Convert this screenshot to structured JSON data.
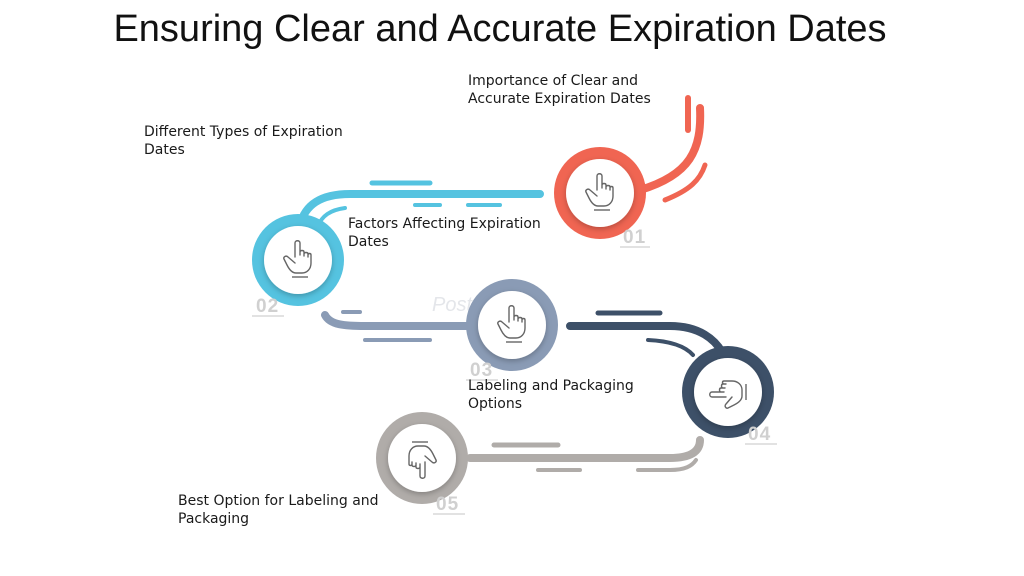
{
  "title": "Ensuring Clear and Accurate Expiration Dates",
  "watermark": "PosterDigital",
  "colors": {
    "step1": "#f06552",
    "step2": "#55c3e0",
    "step3": "#8a9bb5",
    "step4": "#3d5068",
    "step5": "#b0aca9",
    "text": "#1a1a1a"
  },
  "steps": [
    {
      "number": "01",
      "label_line1": "Importance of Clear and",
      "label_line2": "Accurate Expiration Dates",
      "icon": "pointing-up-hand-icon"
    },
    {
      "number": "02",
      "label_line1": "Different Types of Expiration",
      "label_line2": "Dates",
      "icon": "pointing-up-hand-icon"
    },
    {
      "number": "03",
      "label_line1": "Factors Affecting Expiration",
      "label_line2": "Dates",
      "icon": "pointing-up-hand-icon"
    },
    {
      "number": "04",
      "label_line1": "Labeling and Packaging",
      "label_line2": "Options",
      "icon": "pointing-left-hand-icon"
    },
    {
      "number": "05",
      "label_line1": "Best Option for Labeling and",
      "label_line2": "Packaging",
      "icon": "pointing-down-hand-icon"
    }
  ]
}
